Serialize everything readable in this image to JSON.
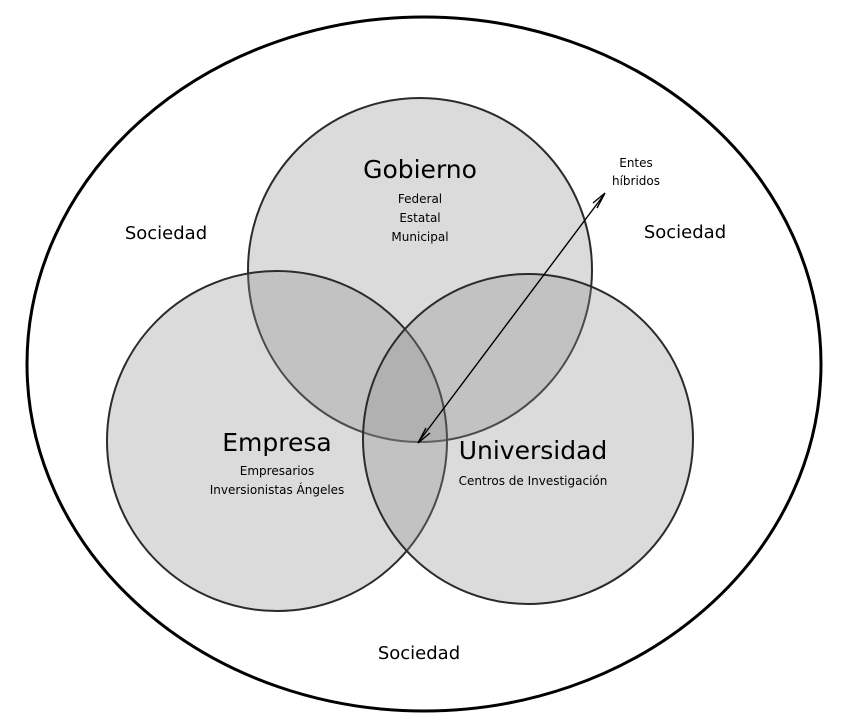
{
  "society_labels": {
    "left": "Sociedad",
    "right": "Sociedad",
    "bottom": "Sociedad"
  },
  "gobierno": {
    "title": "Gobierno",
    "lines": [
      "Federal",
      "Estatal",
      "Municipal"
    ]
  },
  "empresa": {
    "title": "Empresa",
    "lines": [
      "Empresarios",
      "Inversionistas Ángeles"
    ]
  },
  "universidad": {
    "title": "Universidad",
    "lines": [
      "Centros de Investigación"
    ]
  },
  "hybrid": {
    "lines": [
      "Entes",
      "híbridos"
    ]
  },
  "colors": {
    "circle_fill": "#8e8e8e",
    "stroke": "#000000",
    "background": "#ffffff"
  }
}
